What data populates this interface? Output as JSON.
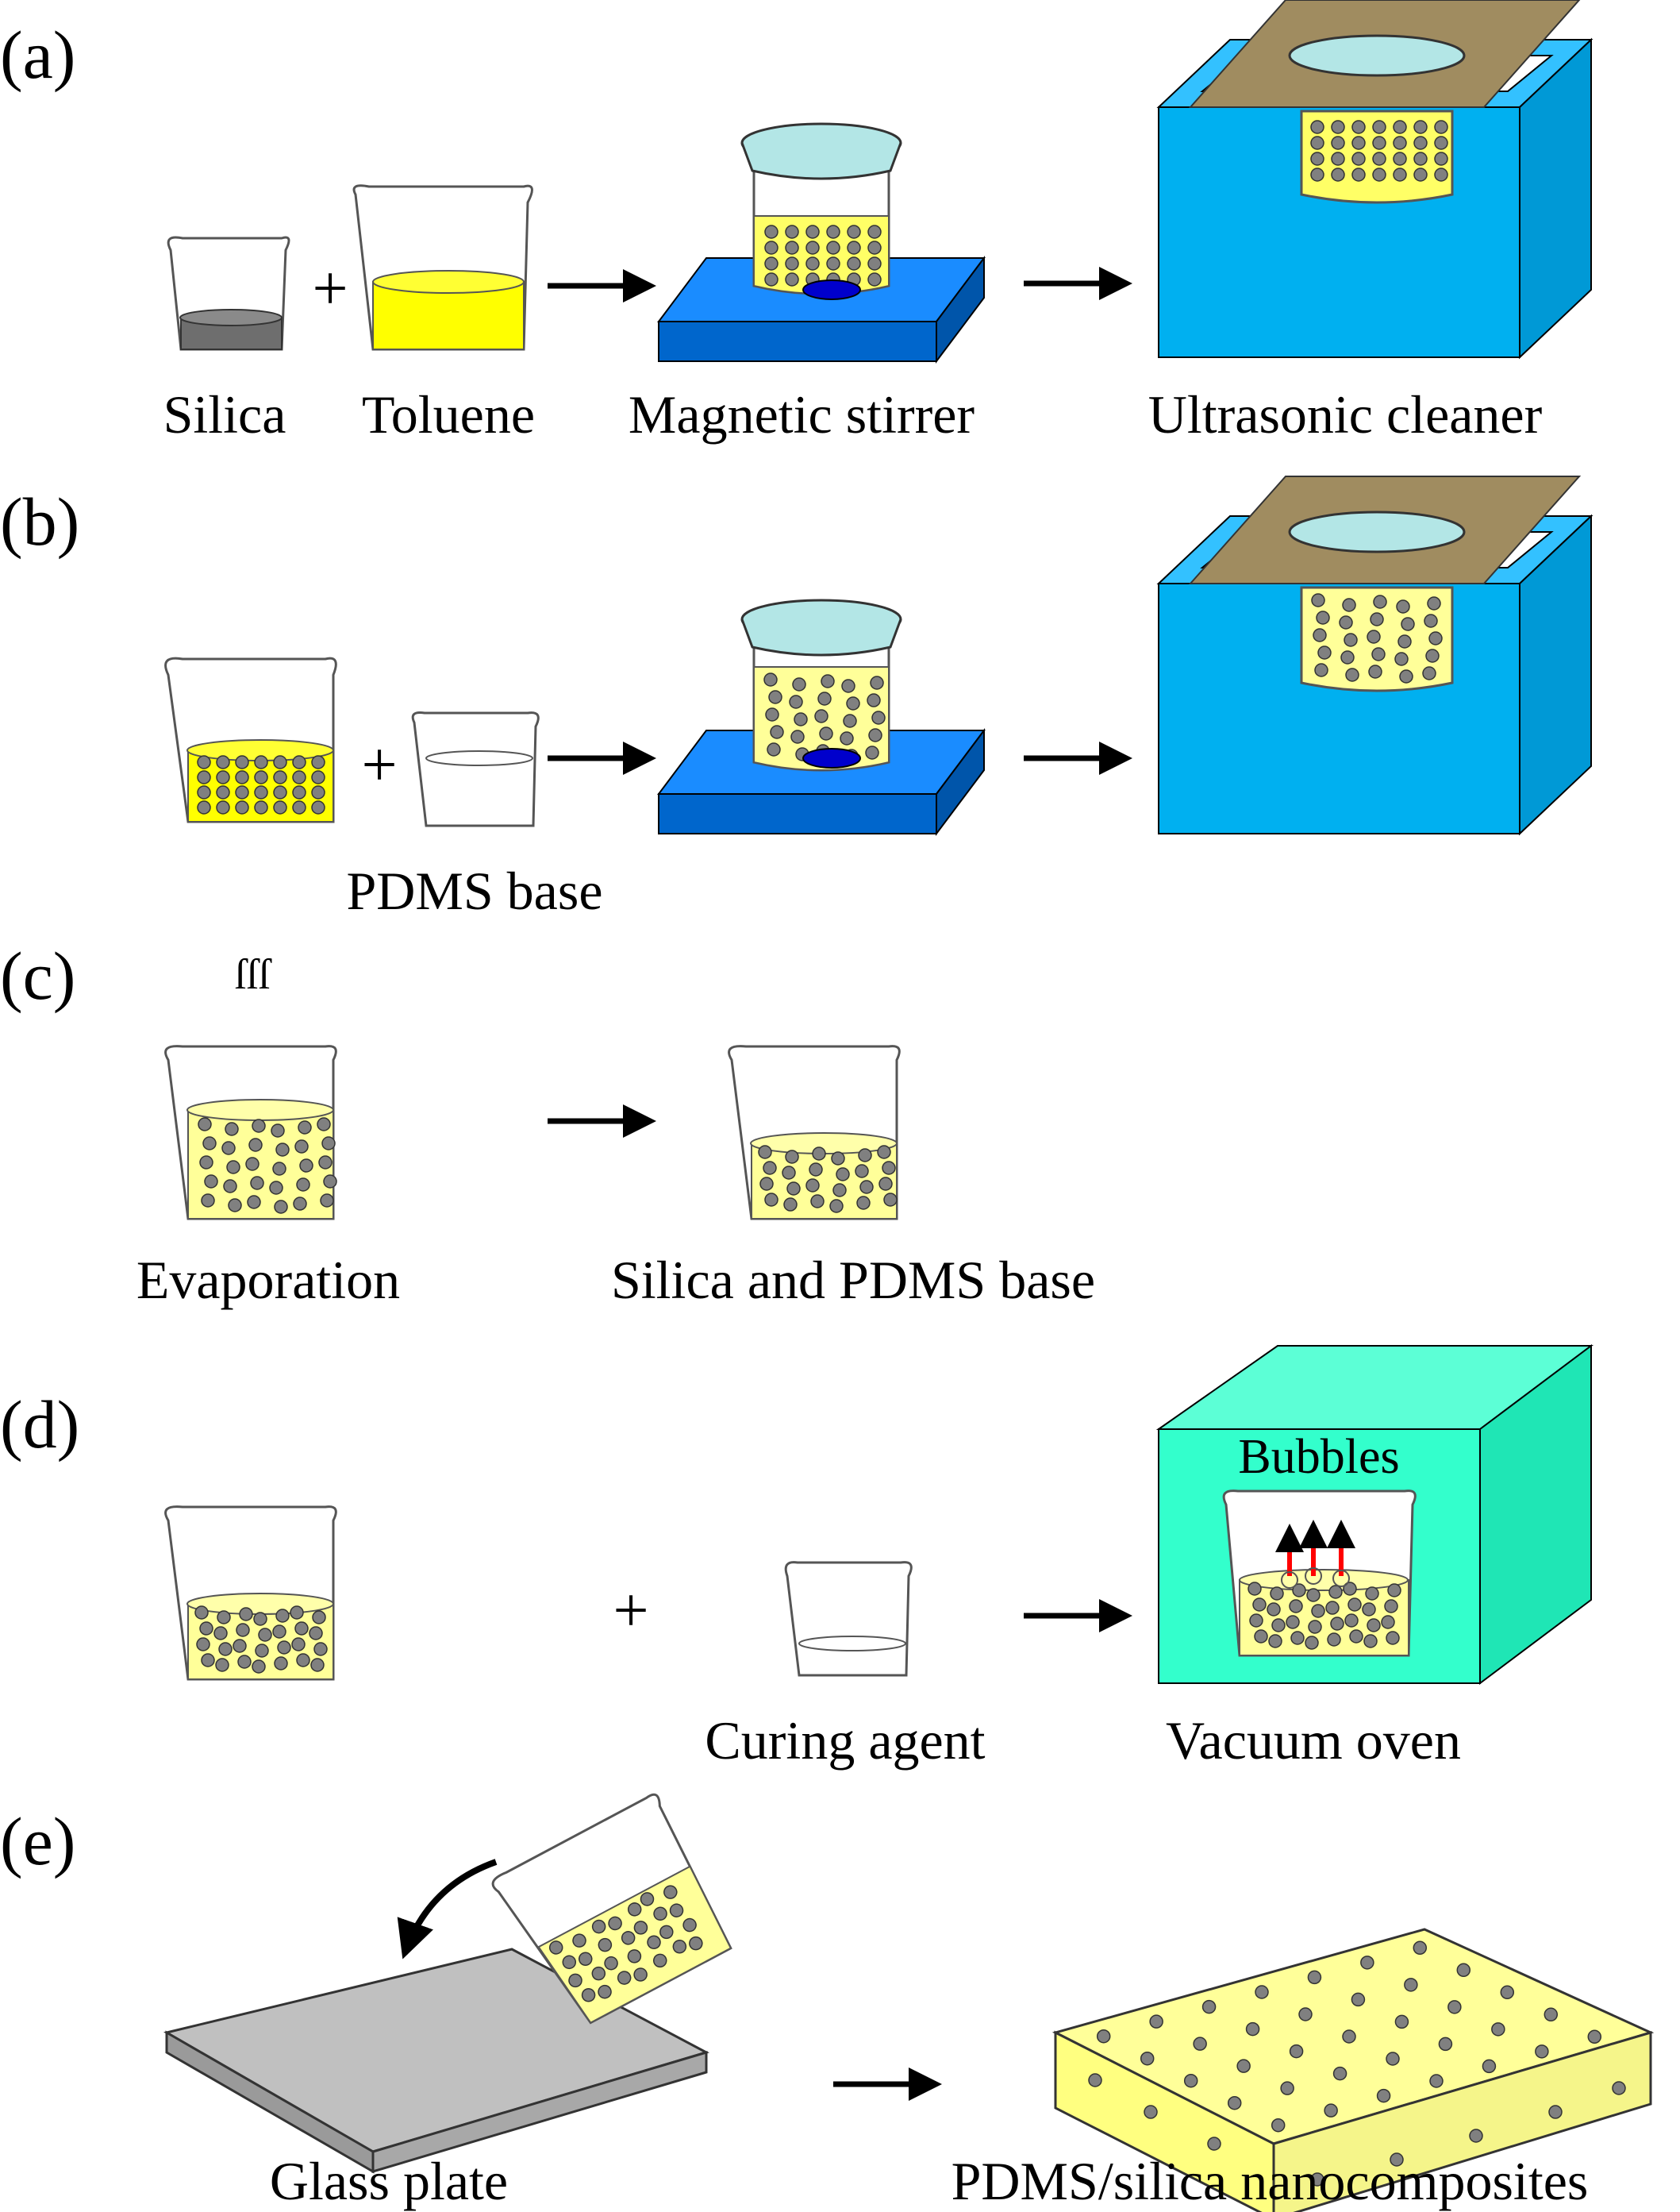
{
  "colors": {
    "yellow_liquid": "#ffff66",
    "bright_yellow": "#ffff00",
    "pale_yellow": "#ffff99",
    "particle": "#808080",
    "silica_powder": "#6e6e6e",
    "lid": "#b3e6e6",
    "stirrer": "#0073e6",
    "stir_bar": "#0000cc",
    "ultrasonic": "#00b0f0",
    "cardboard": "#a08c60",
    "oven": "#33ffcc",
    "glass_plate": "#c0c0c0",
    "bubble_arrow": "#ff0000"
  },
  "panels": [
    {
      "tag": "(a)",
      "labels": [
        "Silica",
        "Toluene",
        "Magnetic stirrer",
        "Ultrasonic cleaner"
      ]
    },
    {
      "tag": "(b)",
      "labels": [
        "PDMS base"
      ]
    },
    {
      "tag": "(c)",
      "labels": [
        "Evaporation",
        "Silica and PDMS base"
      ]
    },
    {
      "tag": "(d)",
      "labels": [
        "Bubbles",
        "Curing agent",
        "Vacuum oven"
      ]
    },
    {
      "tag": "(e)",
      "labels": [
        "Glass plate",
        "PDMS/silica nanocomposites"
      ]
    }
  ],
  "symbols": {
    "plus": "+",
    "steam": "ſſſ"
  }
}
